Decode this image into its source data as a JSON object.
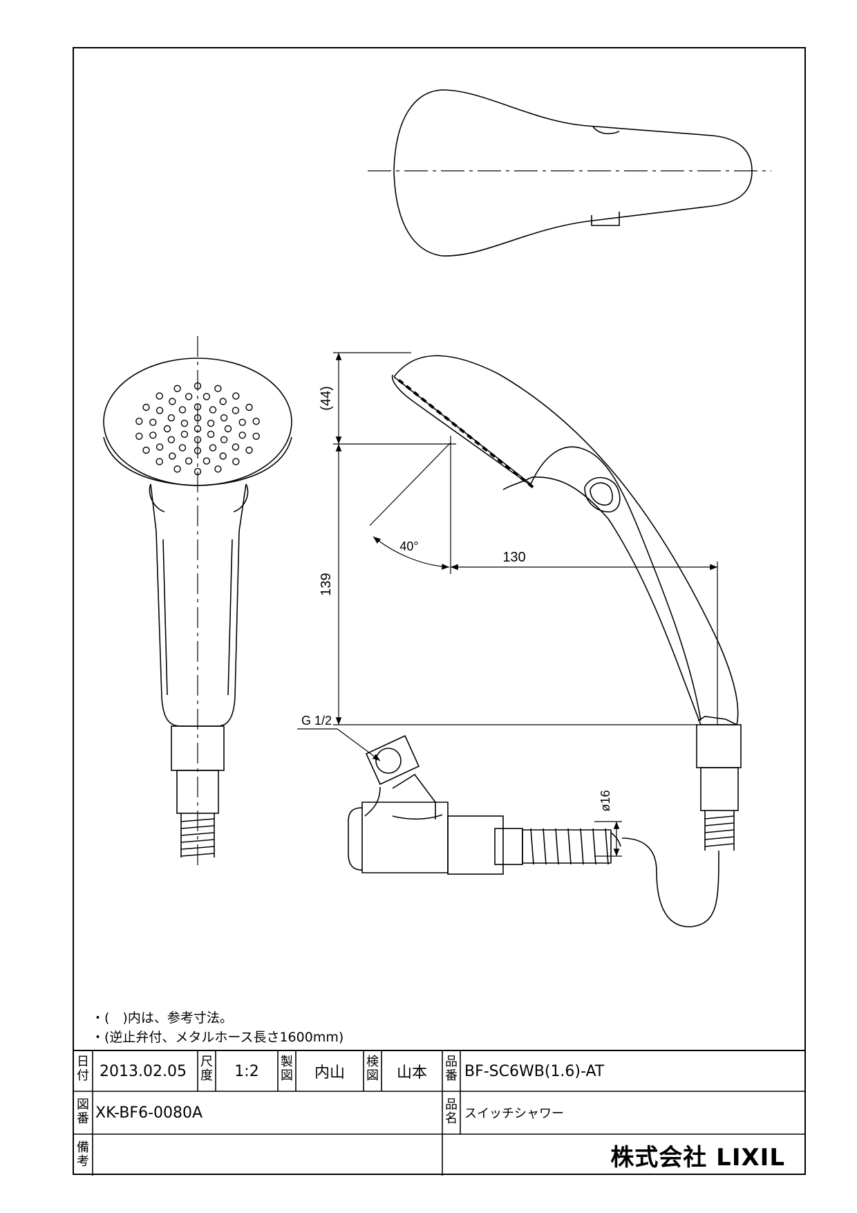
{
  "dimensions": {
    "top_height": "(44)",
    "height": "139",
    "reach": "130",
    "angle": "40°",
    "thread": "G 1/2",
    "hose_diameter": "ø16"
  },
  "notes": [
    "・(　)内は、参考寸法。",
    "・(逆止弁付、メタルホース長さ1600mm)"
  ],
  "title_block": {
    "date_label_1": "日",
    "date_label_2": "付",
    "date": "2013.02.05",
    "scale_label_1": "尺",
    "scale_label_2": "度",
    "scale": "1:2",
    "drawn_label_1": "製",
    "drawn_label_2": "図",
    "drawn_by": "内山",
    "checked_label_1": "検",
    "checked_label_2": "図",
    "checked_by": "山本",
    "part_no_label_1": "品",
    "part_no_label_2": "番",
    "part_no": "BF-SC6WB(1.6)-AT",
    "drawing_no_label_1": "図",
    "drawing_no_label_2": "番",
    "drawing_no": "XK-BF6-0080A",
    "product_name_label_1": "品",
    "product_name_label_2": "名",
    "product_name": "スイッチシャワー",
    "remarks_label_1": "備",
    "remarks_label_2": "考",
    "company": "株式会社 LIXIL"
  }
}
